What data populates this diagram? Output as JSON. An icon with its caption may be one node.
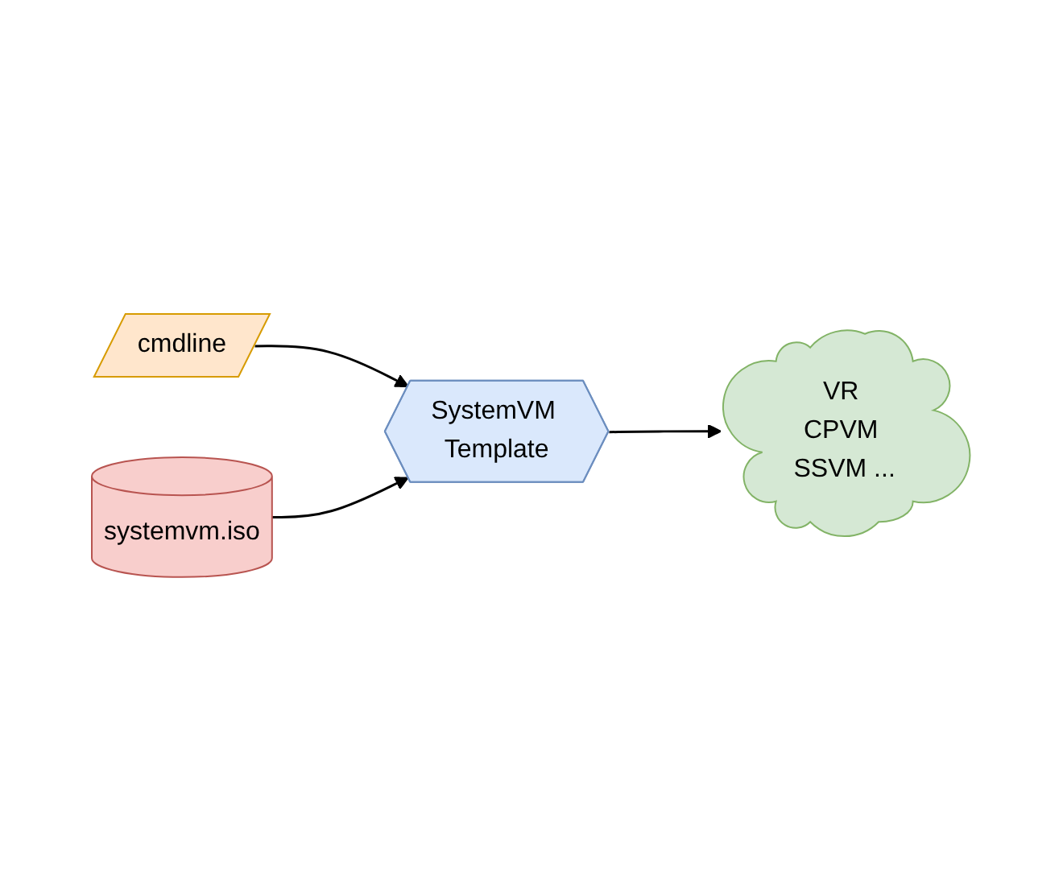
{
  "diagram": {
    "nodes": [
      {
        "text": [
          "cmdline"
        ]
      },
      {
        "text": [
          "SystemVM Template"
        ]
      },
      {
        "text": [
          "VR CPVM SSVM ..."
        ]
      },
      {
        "text": [
          "systemvm.iso"
        ]
      }
    ],
    "edges": [
      {
        "from": 0,
        "to": 1,
        "arrow": "to"
      },
      {
        "from": 1,
        "to": 2,
        "arrow": "to"
      },
      {
        "from": 3,
        "to": 1,
        "arrow": "to"
      }
    ]
  }
}
